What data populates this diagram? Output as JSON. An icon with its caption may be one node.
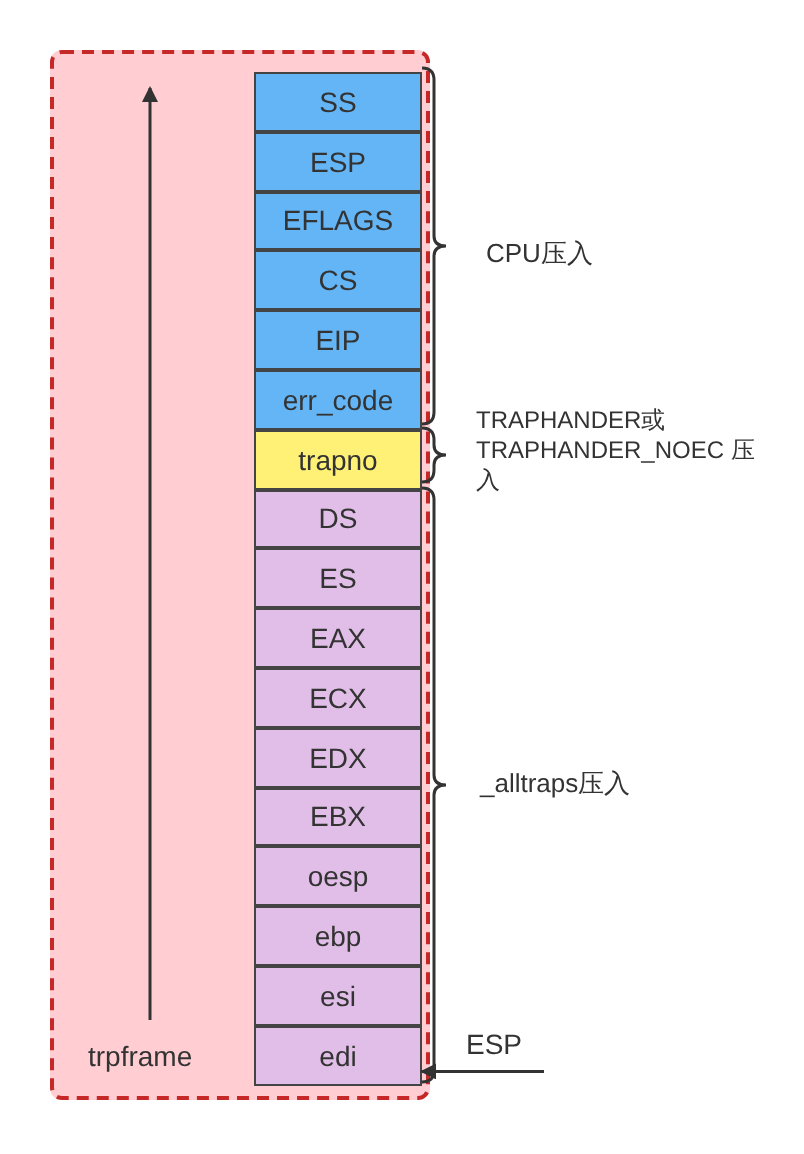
{
  "diagram": {
    "nodes": [
      {
        "text": [
          "trpframe"
        ]
      },
      {
        "text": [
          "SS"
        ],
        "in": 0
      },
      {
        "text": [
          "ESP"
        ],
        "in": 0
      },
      {
        "text": [
          "EFLAGS"
        ],
        "in": 0
      },
      {
        "text": [
          "CS"
        ],
        "in": 0
      },
      {
        "text": [
          "EIP"
        ],
        "in": 0
      },
      {
        "text": [
          "err_code"
        ],
        "in": 0
      },
      {
        "text": [
          "trapno"
        ],
        "in": 0
      },
      {
        "text": [
          "DS"
        ],
        "in": 0
      },
      {
        "text": [
          "ES"
        ],
        "in": 0
      },
      {
        "text": [
          "EAX"
        ],
        "in": 0
      },
      {
        "text": [
          "ECX"
        ],
        "in": 0
      },
      {
        "text": [
          "EDX"
        ],
        "in": 0
      },
      {
        "text": [
          "EBX"
        ],
        "in": 0
      },
      {
        "text": [
          "oesp"
        ],
        "in": 0
      },
      {
        "text": [
          "ebp"
        ],
        "in": 0
      },
      {
        "text": [
          "esi"
        ],
        "in": 0
      },
      {
        "text": [
          "edi"
        ],
        "in": 0
      },
      {
        "text": [
          "ESP"
        ]
      }
    ],
    "edges": [
      {
        "from": 18,
        "to": 17,
        "arrow": "to"
      }
    ],
    "labels": [
      "CPU压入",
      "TRAPHANDER或 TRAPHANDER_NOEC 压入",
      "_alltraps压入"
    ]
  }
}
